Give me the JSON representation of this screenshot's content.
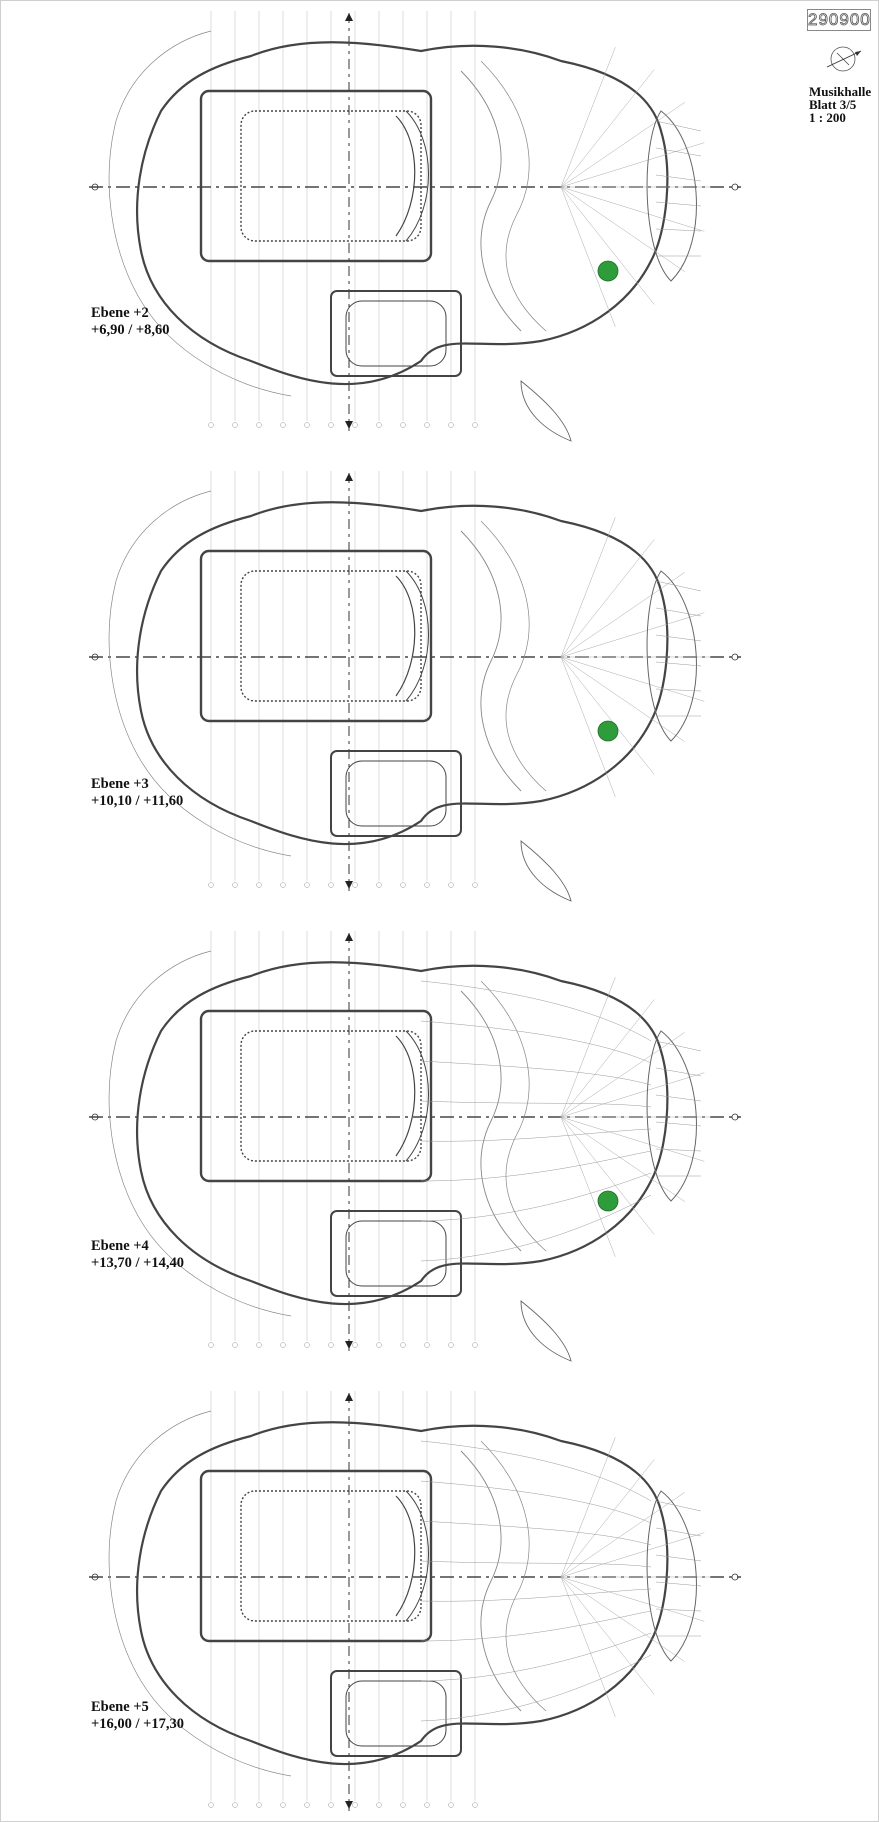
{
  "sheet": {
    "number": "290900",
    "project": "Musikhalle",
    "sheet_label": "Blatt 3/5",
    "scale": "1  :  200"
  },
  "levels": [
    {
      "name": "Ebene  +2",
      "elevation": "+6,90 / +8,60"
    },
    {
      "name": "Ebene  +3",
      "elevation": "+10,10 / +11,60"
    },
    {
      "name": "Ebene  +4",
      "elevation": "+13,70 / +14,40"
    },
    {
      "name": "Ebene  +5",
      "elevation": "+16,00 / +17,30"
    }
  ],
  "colors": {
    "line": "#444444",
    "thin": "#888888",
    "tree": "#2e9c3a"
  }
}
